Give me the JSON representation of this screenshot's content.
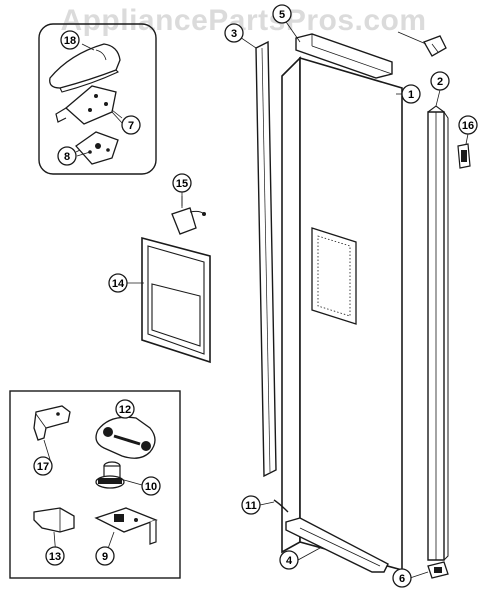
{
  "watermark": "AppliancePartsPros.com",
  "callouts": [
    "1",
    "2",
    "3",
    "4",
    "5",
    "6",
    "7",
    "8",
    "9",
    "10",
    "11",
    "12",
    "13",
    "14",
    "15",
    "16",
    "17",
    "18"
  ],
  "colors": {
    "line": "#1a1a1a",
    "background": "#ffffff",
    "watermark": "#bebebe"
  }
}
